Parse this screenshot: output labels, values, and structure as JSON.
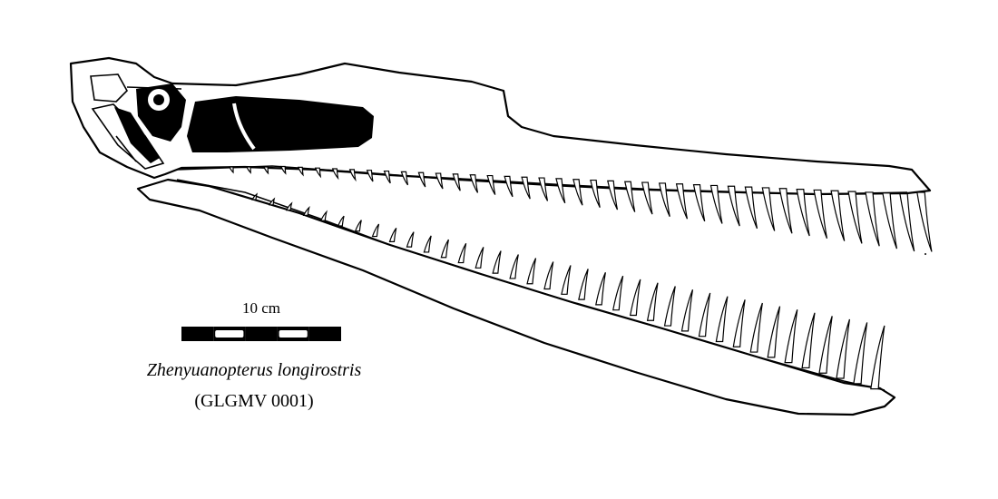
{
  "scale": {
    "label": "10 cm",
    "segments": 5,
    "colors": [
      "#000000",
      "#ffffff"
    ]
  },
  "caption": {
    "species": "Zhenyuanopterus longirostris",
    "specimen": "(GLGMV 0001)"
  },
  "colors": {
    "ink": "#000000",
    "paper": "#ffffff"
  }
}
